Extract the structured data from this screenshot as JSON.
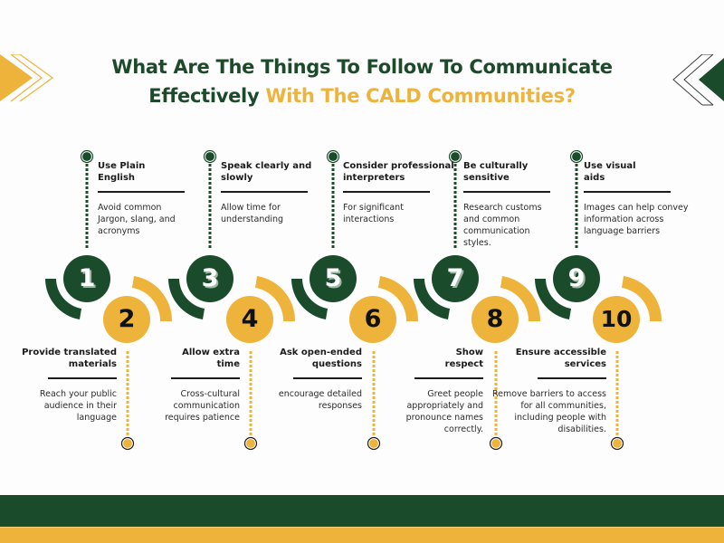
{
  "title": {
    "line1": "What Are The Things To Follow To Communicate",
    "line2_plain": "Effectively ",
    "line2_accent": "With The CALD Communities?"
  },
  "colors": {
    "green": "#1a4b2b",
    "yellow": "#eeb33b",
    "text": "#1b1b1b"
  },
  "steps": [
    {
      "number": "1",
      "title": "Use Plain English",
      "title_lines": [
        "Use Plain",
        "English"
      ],
      "description": "Avoid common Jargon, slang, and acronyms"
    },
    {
      "number": "2",
      "title": "Provide translated materials",
      "title_lines": [
        "Provide translated",
        "materials"
      ],
      "description": "Reach your public audience in their language"
    },
    {
      "number": "3",
      "title": "Speak clearly and slowly",
      "title_lines": [
        "Speak clearly and",
        "slowly"
      ],
      "description": "Allow time for understanding"
    },
    {
      "number": "4",
      "title": "Allow extra time",
      "title_lines": [
        "Allow extra",
        "time"
      ],
      "description": "Cross-cultural communication requires patience"
    },
    {
      "number": "5",
      "title": "Consider professional interpreters",
      "title_lines": [
        "Consider professional",
        "interpreters"
      ],
      "description": "For significant interactions"
    },
    {
      "number": "6",
      "title": "Ask open-ended questions",
      "title_lines": [
        "Ask open-ended",
        "questions"
      ],
      "description": "encourage detailed responses"
    },
    {
      "number": "7",
      "title": "Be culturally sensitive",
      "title_lines": [
        "Be culturally",
        "sensitive"
      ],
      "description": "Research customs and common communication styles."
    },
    {
      "number": "8",
      "title": "Show respect",
      "title_lines": [
        "Show",
        "respect"
      ],
      "description": "Greet people appropriately and pronounce names correctly."
    },
    {
      "number": "9",
      "title": "Use visual aids",
      "title_lines": [
        "Use visual",
        "aids"
      ],
      "description": "Images can help convey information across language barriers"
    },
    {
      "number": "10",
      "title": "Ensure accessible services",
      "title_lines": [
        "Ensure accessible",
        "services"
      ],
      "description": "Remove barriers to access for all communities, including people with disabilities."
    }
  ]
}
